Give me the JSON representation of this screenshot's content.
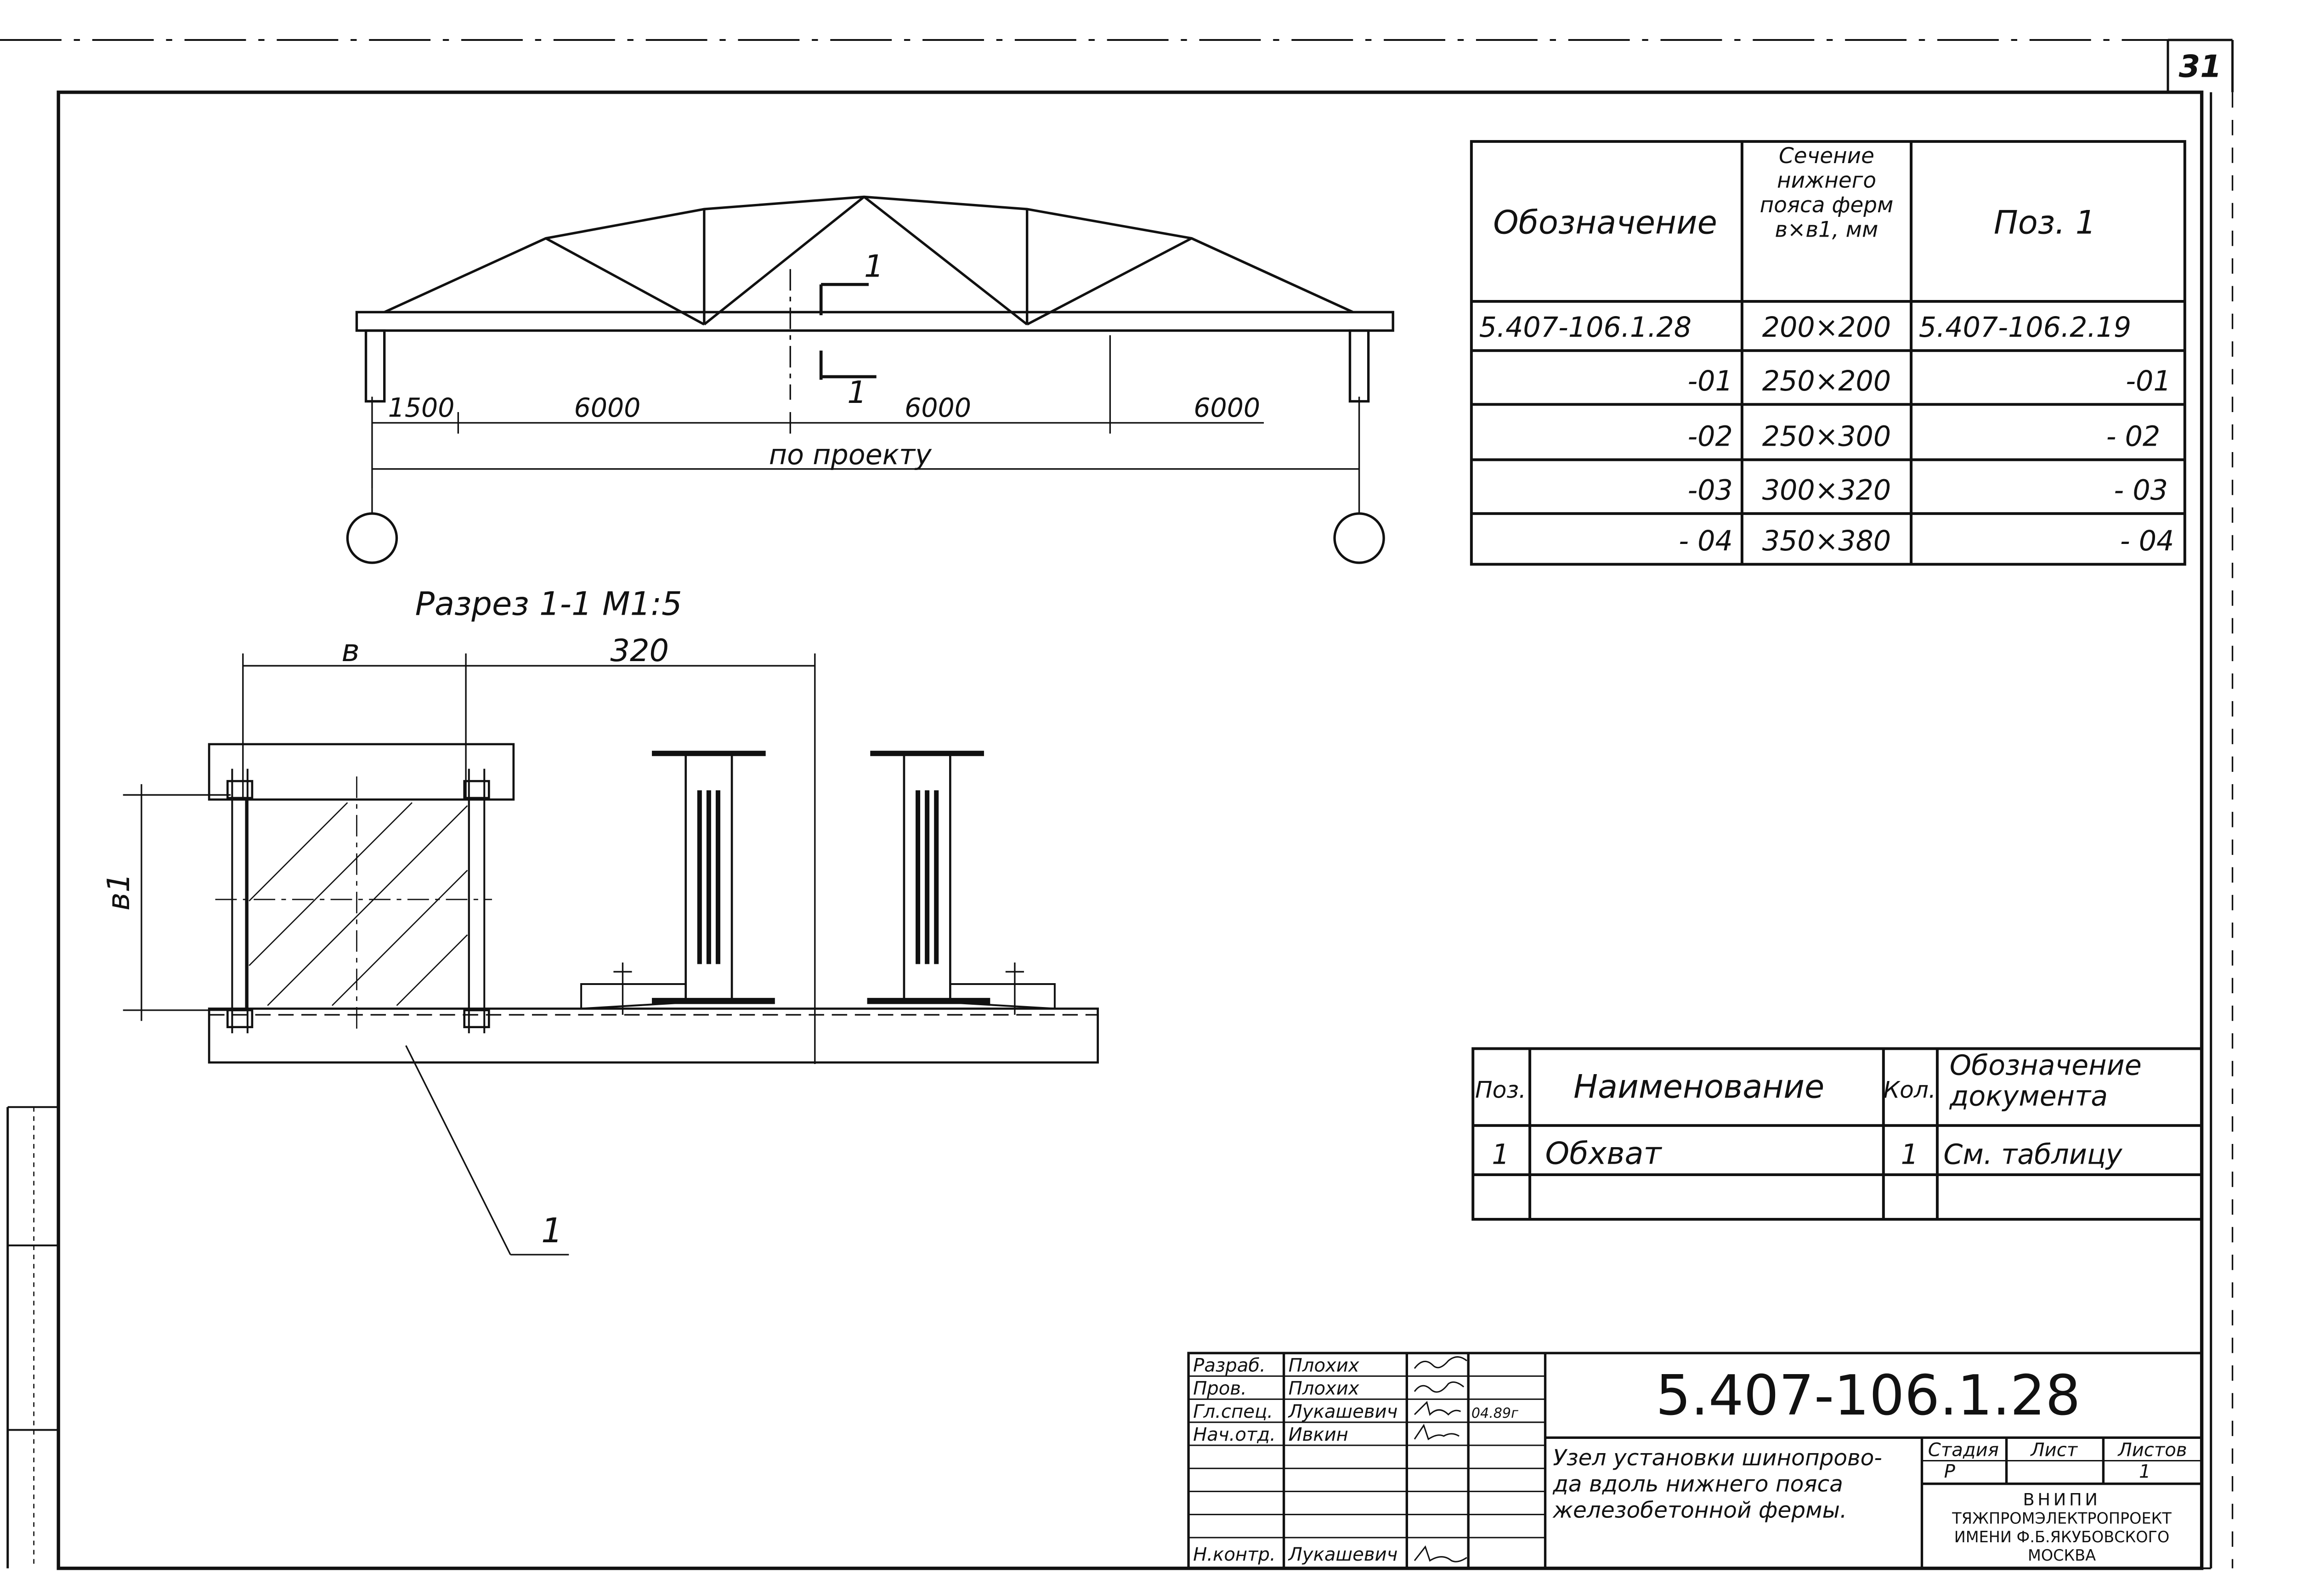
{
  "sheet": {
    "number": "31"
  },
  "truss": {
    "section_mark": "1",
    "dims": [
      "1500",
      "6000",
      "6000",
      "6000"
    ],
    "span_label": "по проекту"
  },
  "section": {
    "title": "Разрез 1-1  М1:5",
    "dim_b": "в",
    "dim_320": "320",
    "dim_b1": "в1",
    "callout": "1"
  },
  "variants_table": {
    "headers": [
      "Обозначение",
      "Сечение нижнего пояса ферм в×в1, мм",
      "Поз. 1"
    ],
    "rows": [
      [
        "5.407-106.1.28",
        "200×200",
        "5.407-106.2.19"
      ],
      [
        "-01",
        "250×200",
        "-01"
      ],
      [
        "-02",
        "250×300",
        "- 02"
      ],
      [
        "-03",
        "300×320",
        "- 03"
      ],
      [
        "- 04",
        "350×380",
        "- 04"
      ]
    ]
  },
  "spec_table": {
    "headers": [
      "Поз.",
      "Наименование",
      "Кол.",
      "Обозначение документа"
    ],
    "rows": [
      [
        "1",
        "Обхват",
        "1",
        "См. таблицу"
      ],
      [
        "",
        "",
        "",
        ""
      ]
    ]
  },
  "title_block": {
    "code": "5.407-106.1.28",
    "description": [
      "Узел установки шинопрово-",
      "да вдоль нижнего пояса",
      "железобетонной фермы."
    ],
    "signatures": [
      {
        "role": "Разраб.",
        "name": "Плохих",
        "date": ""
      },
      {
        "role": "Пров.",
        "name": "Плохих",
        "date": ""
      },
      {
        "role": "Гл.спец.",
        "name": "Лукашевич",
        "date": "04.89г"
      },
      {
        "role": "Нач.отд.",
        "name": "Ивкин",
        "date": ""
      },
      {
        "role": "",
        "name": "",
        "date": ""
      },
      {
        "role": "",
        "name": "",
        "date": ""
      },
      {
        "role": "",
        "name": "",
        "date": ""
      },
      {
        "role": "Н.контр.",
        "name": "Лукашевич",
        "date": ""
      }
    ],
    "stage_label": "Стадия",
    "sheet_label": "Лист",
    "sheets_label": "Листов",
    "stage": "Р",
    "sheet": "",
    "sheets": "1",
    "org": [
      "ВНИПИ",
      "ТЯЖПРОМЭЛЕКТРОПРОЕКТ",
      "ИМЕНИ Ф.Б.ЯКУБОВСКОГО",
      "МОСКВА"
    ]
  }
}
